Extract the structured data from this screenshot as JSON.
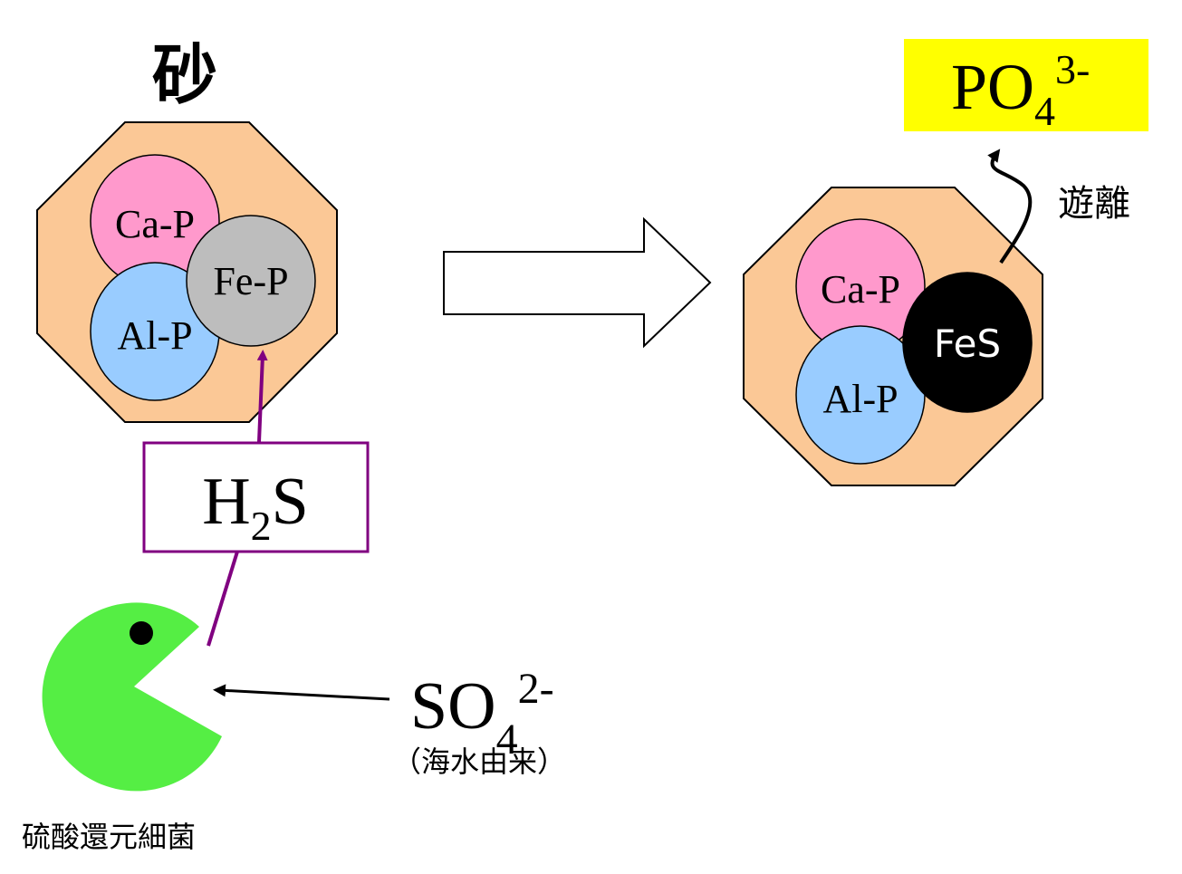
{
  "sand_label": "砂",
  "left_grain": {
    "ca_p": "Ca-P",
    "fe_p": "Fe-P",
    "al_p": "Al-P"
  },
  "right_grain": {
    "ca_p": "Ca-P",
    "fes": "FeS",
    "al_p": "Al-P"
  },
  "h2s": {
    "main": "H",
    "sub": "2",
    "tail": "S"
  },
  "sulfate": {
    "main": "SO",
    "sub": "4",
    "sup": "2-",
    "origin": "（海水由来）"
  },
  "phosphate": {
    "main": "PO",
    "sub": "4",
    "sup": "3-"
  },
  "release_label": "遊離",
  "bacteria_label": "硫酸還元細菌",
  "colors": {
    "grain": "#FBC896",
    "ca_p": "#FF99CC",
    "al_p": "#99CCFF",
    "fe_p": "#BDBDBD",
    "fes": "#000000",
    "h2s_border": "#800080",
    "bacteria": "#55EE44",
    "phosphate_bg": "#FFFF00"
  }
}
